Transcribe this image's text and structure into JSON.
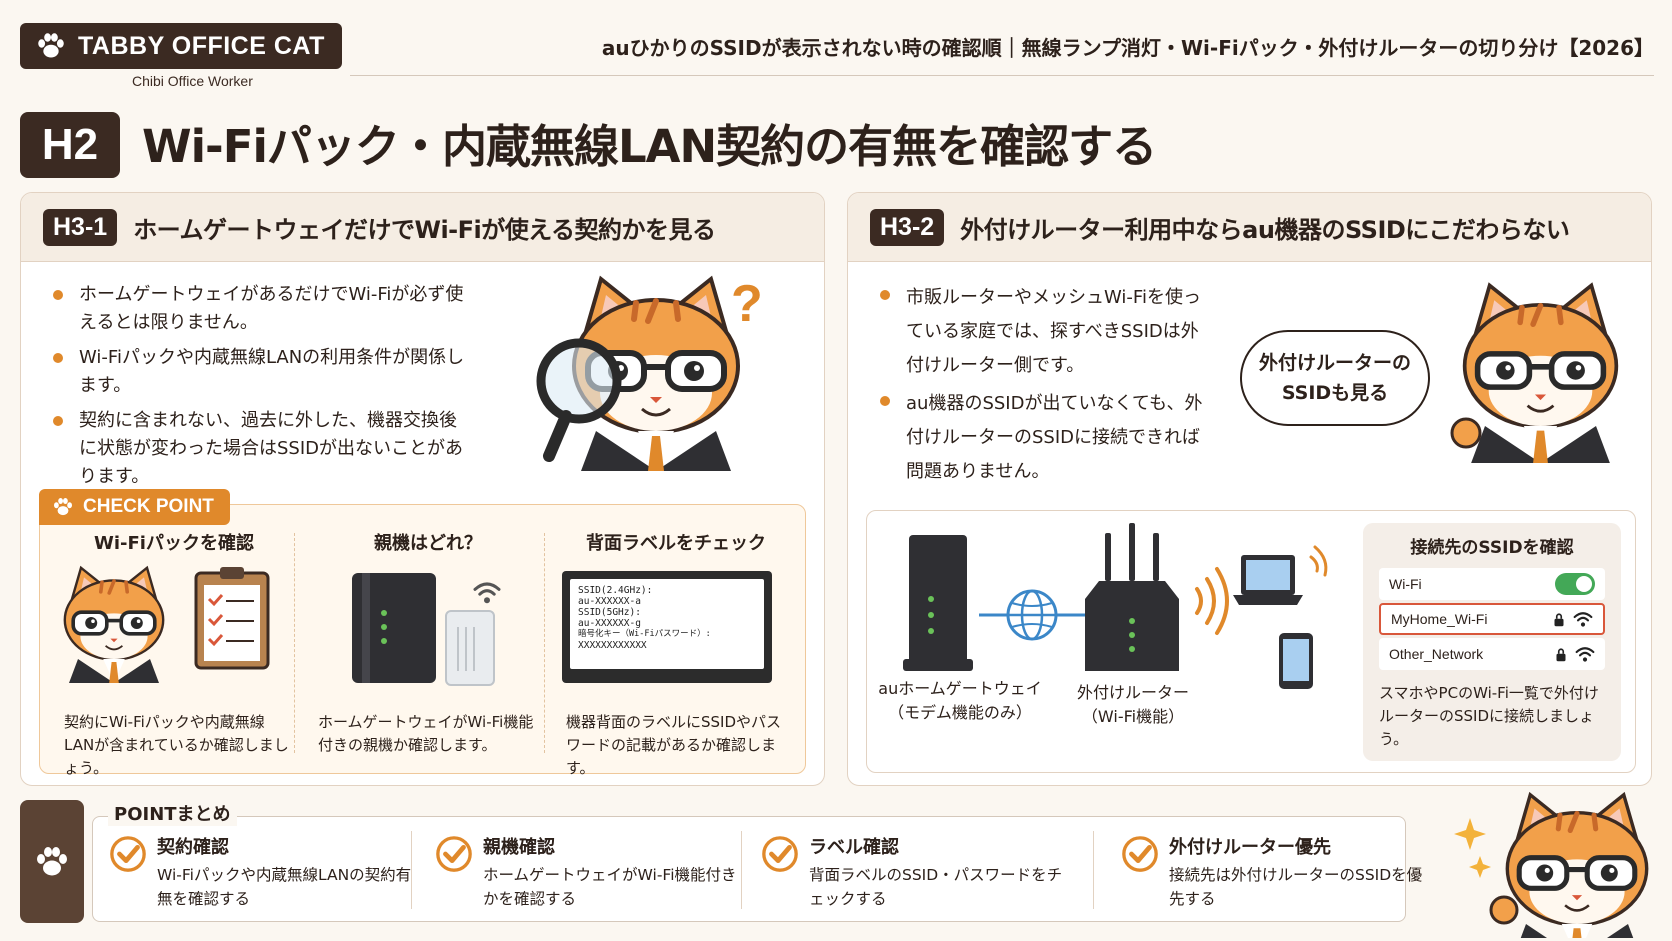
{
  "header": {
    "brand": "TABBY OFFICE CAT",
    "brand_sub": "Chibi Office Worker",
    "page_title": "auひかりのSSIDが表示されない時の確認順｜無線ランプ消灯・Wi-Fiパック・外付けルーターの切り分け【2026】"
  },
  "h2": {
    "badge": "H2",
    "title": "Wi-Fiパック・内蔵無線LAN契約の有無を確認する"
  },
  "left": {
    "badge": "H3-1",
    "title": "ホームゲートウェイだけでWi-Fiが使える契約かを見る",
    "bullets": [
      "ホームゲートウェイがあるだけでWi-Fiが必ず使えるとは限りません。",
      "Wi-Fiパックや内蔵無線LANの利用条件が関係します。",
      "契約に含まれない、過去に外した、機器交換後に状態が変わった場合はSSIDが出ないことがあります。"
    ],
    "check_point": "CHECK POINT",
    "cols": [
      {
        "title": "Wi-Fiパックを確認",
        "text": "契約にWi-Fiパックや内蔵無線LANが含まれているか確認しましょう。"
      },
      {
        "title": "親機はどれ？",
        "text": "ホームゲートウェイがWi-Fi機能付きの親機か確認します。"
      },
      {
        "title": "背面ラベルをチェック",
        "text": "機器背面のラベルにSSIDやパスワードの記載があるか確認します。"
      }
    ],
    "label": {
      "l1": "SSID(2.4GHz):",
      "l2": "au-XXXXXX-a",
      "l3": "SSID(5GHz):",
      "l4": "au-XXXXXX-g",
      "l5": "暗号化キー（Wi-Fiパスワード）:",
      "l6": "XXXXXXXXXXXX"
    }
  },
  "right": {
    "badge": "H3-2",
    "title": "外付けルーター利用中ならau機器のSSIDにこだわらない",
    "bullets": [
      "市販ルーターやメッシュWi-Fiを使っている家庭では、探すべきSSIDは外付けルーター側です。",
      "au機器のSSIDが出ていなくても、外付けルーターのSSIDに接続できれば問題ありません。"
    ],
    "bubble_l1": "外付けルーターの",
    "bubble_l2": "SSIDも見る",
    "gateway_l1": "auホームゲートウェイ",
    "gateway_l2": "（モデム機能のみ）",
    "router_l1": "外付けルーター",
    "router_l2": "（Wi-Fi機能）",
    "ssid_panel": {
      "title": "接続先のSSIDを確認",
      "wifi": "Wi-Fi",
      "selected": "MyHome_Wi-Fi",
      "other": "Other_Network",
      "note": "スマホやPCのWi-Fi一覧で外付けルーターのSSIDに接続しましょう。"
    }
  },
  "summary": {
    "label": "POINTまとめ",
    "items": [
      {
        "title": "契約確認",
        "text": "Wi-Fiパックや内蔵無線LANの契約有無を確認する"
      },
      {
        "title": "親機確認",
        "text": "ホームゲートウェイがWi-Fi機能付きかを確認する"
      },
      {
        "title": "ラベル確認",
        "text": "背面ラベルのSSID・パスワードをチェックする"
      },
      {
        "title": "外付けルーター優先",
        "text": "接続先は外付けルーターのSSIDを優先する"
      }
    ]
  },
  "colors": {
    "brown": "#3b2a22",
    "orange": "#e0892b",
    "accent_red": "#d9573a",
    "toggle_green": "#43a857"
  }
}
